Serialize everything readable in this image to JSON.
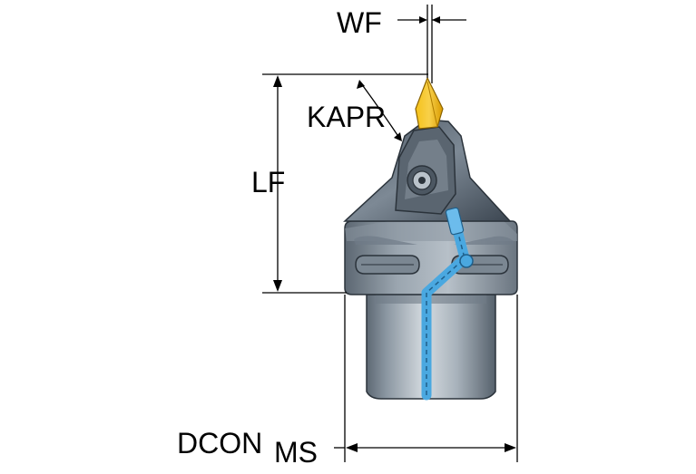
{
  "labels": {
    "wf": "WF",
    "kapr": "KAPR",
    "lf": "LF",
    "dcon_main": "DCON",
    "dcon_sub": "MS"
  },
  "colors": {
    "body_dark": "#3f4a56",
    "body_mid": "#6f7b87",
    "body_light": "#a7b1bb",
    "shank_light": "#c9d0d6",
    "insert": "#f2b705",
    "coolant": "#4aa8e0",
    "dimension": "#000000"
  },
  "icons": {
    "tool_holder": "turning-tool-holder-icon",
    "insert": "cutting-insert-icon",
    "coolant_channel": "coolant-channel-icon"
  }
}
